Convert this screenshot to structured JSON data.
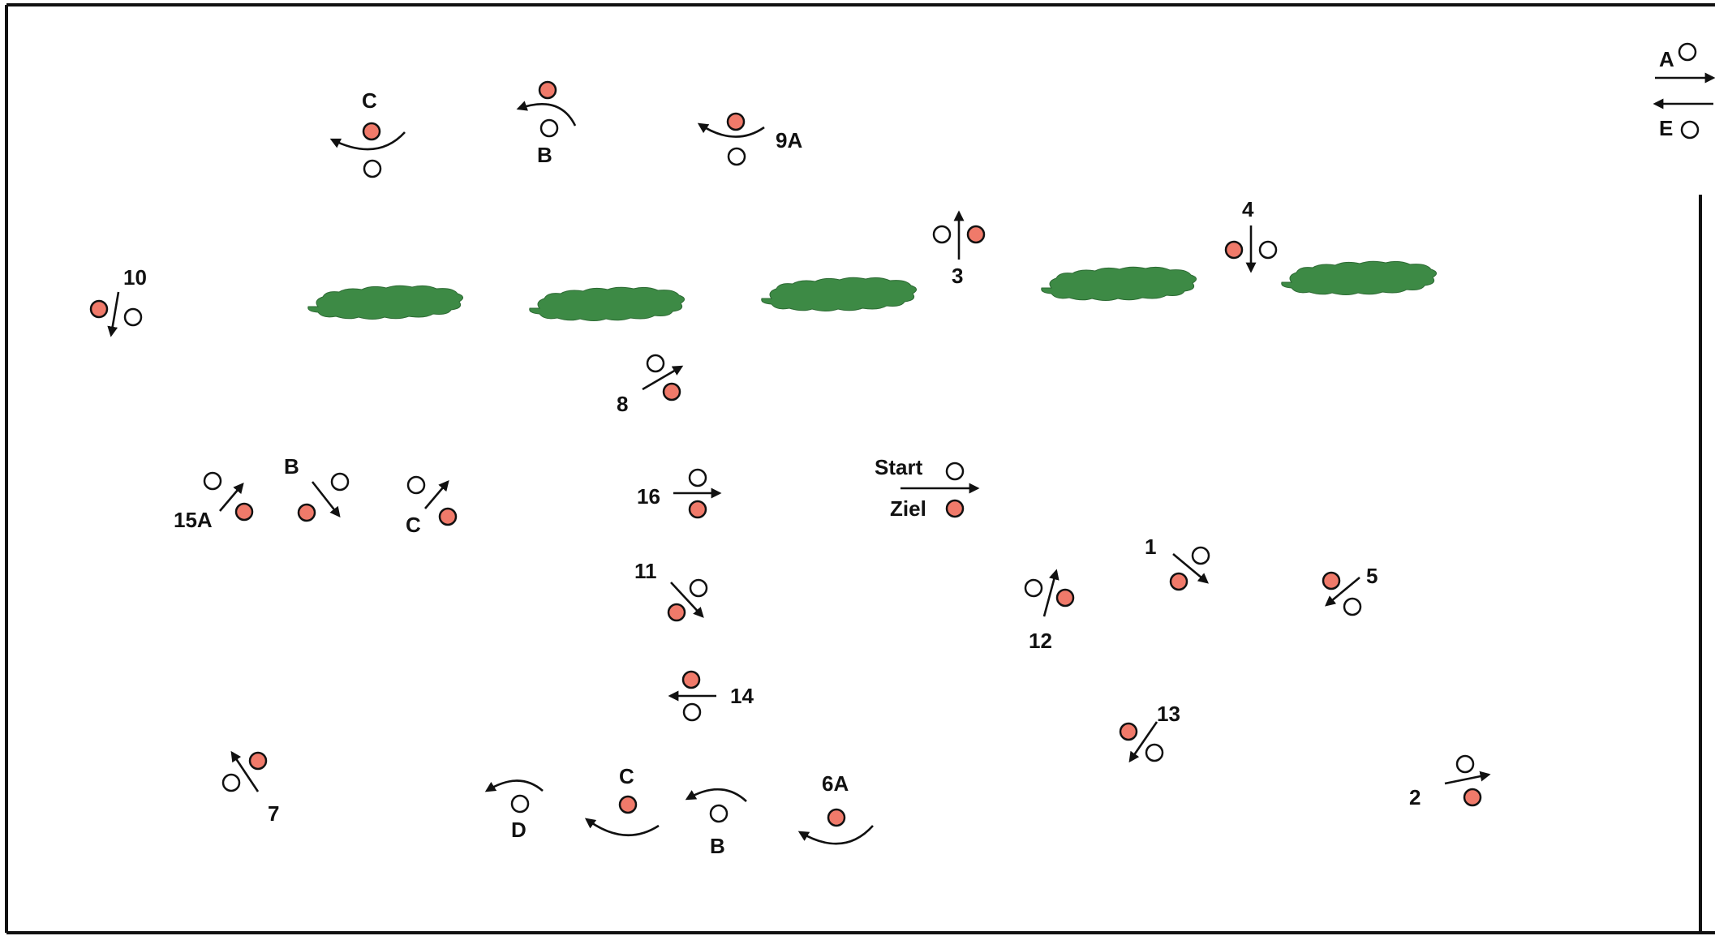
{
  "diagram": {
    "colors": {
      "frame": "#111111",
      "background": "#ffffff",
      "red_marker": "#f07a6a",
      "white_marker": "#ffffff",
      "obstacle": "#3d8a45"
    },
    "start_label": "Start",
    "finish_label": "Ziel",
    "legend": {
      "a_label": "A",
      "e_label": "E"
    },
    "obstacle_count": 5,
    "elements": [
      {
        "id": "start",
        "labels": [
          "Start",
          "Ziel"
        ],
        "direction": "right"
      },
      {
        "id": "1",
        "label": "1",
        "direction": "down-right"
      },
      {
        "id": "2",
        "label": "2",
        "direction": "right"
      },
      {
        "id": "3",
        "label": "3",
        "direction": "up"
      },
      {
        "id": "4",
        "label": "4",
        "direction": "down"
      },
      {
        "id": "5",
        "label": "5",
        "direction": "down-left"
      },
      {
        "id": "6A",
        "label": "6A",
        "direction": "turn-left"
      },
      {
        "id": "6B",
        "label": "B",
        "direction": "turn-left"
      },
      {
        "id": "6C",
        "label": "C",
        "direction": "turn-left"
      },
      {
        "id": "6D",
        "label": "D",
        "direction": "turn-left"
      },
      {
        "id": "7",
        "label": "7",
        "direction": "up-left"
      },
      {
        "id": "8",
        "label": "8",
        "direction": "up-right"
      },
      {
        "id": "9A",
        "label": "9A",
        "direction": "turn-left"
      },
      {
        "id": "9B",
        "label": "B",
        "direction": "turn-left"
      },
      {
        "id": "9C",
        "label": "C",
        "direction": "turn-left"
      },
      {
        "id": "10",
        "label": "10",
        "direction": "down"
      },
      {
        "id": "11",
        "label": "11",
        "direction": "down-right"
      },
      {
        "id": "12",
        "label": "12",
        "direction": "up"
      },
      {
        "id": "13",
        "label": "13",
        "direction": "down-left"
      },
      {
        "id": "14",
        "label": "14",
        "direction": "left"
      },
      {
        "id": "15A",
        "label": "15A",
        "direction": "up-right"
      },
      {
        "id": "15B",
        "label": "B",
        "direction": "down-right"
      },
      {
        "id": "15C",
        "label": "C",
        "direction": "up-right"
      },
      {
        "id": "16",
        "label": "16",
        "direction": "right"
      }
    ]
  }
}
